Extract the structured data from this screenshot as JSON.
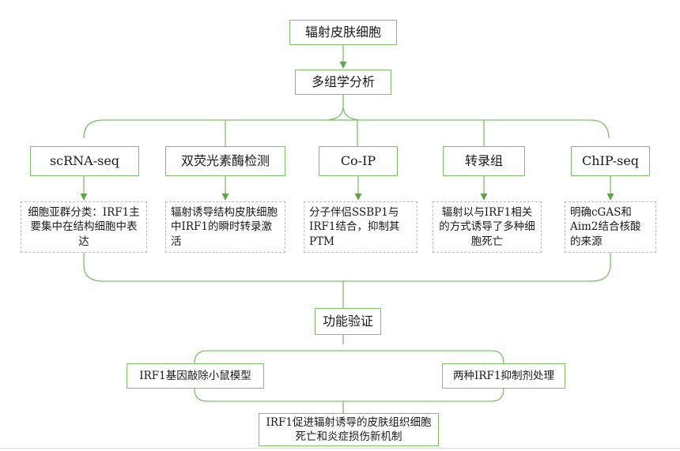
{
  "colors": {
    "border": "#7fbf6a",
    "connector": "#7fbf6a",
    "arrow": "#5aa844",
    "dashed": "#b9b9b9"
  },
  "nodes": {
    "source": "辐射皮肤细胞",
    "multiomics": "多组学分析",
    "methods": [
      {
        "label": "scRNA-seq",
        "finding": "细胞亚群分类：IRF1主要集中在结构细胞中表达"
      },
      {
        "label": "双荧光素酶检测",
        "finding": "辐射诱导结构皮肤细胞中IRF1的瞬时转录激活"
      },
      {
        "label": "Co-IP",
        "finding": "分子伴侣SSBP1与IRF1结合，抑制其PTM"
      },
      {
        "label": "转录组",
        "finding": "辐射以与IRF1相关的方式诱导了多种细胞死亡"
      },
      {
        "label": "ChIP-seq",
        "finding": "明确cGAS和Aim2结合核酸的来源"
      }
    ],
    "validation": "功能验证",
    "model_left": "IRF1基因敲除小鼠模型",
    "model_right": "两种IRF1抑制剂处理",
    "conclusion": "IRF1促进辐射诱导的皮肤组织细胞死亡和炎症损伤新机制"
  }
}
